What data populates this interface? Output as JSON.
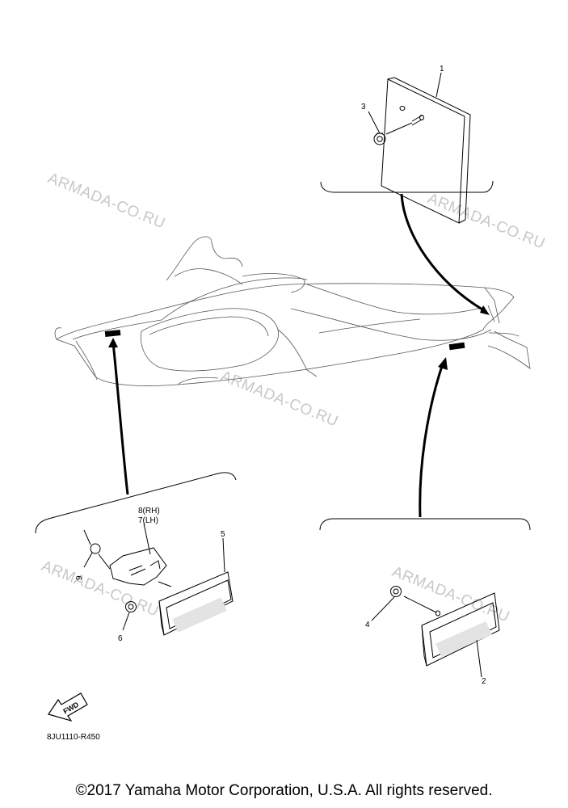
{
  "watermark": "ARMADA-CO.RU",
  "callouts": {
    "c1": "1",
    "c2": "2",
    "c3": "3",
    "c4": "4",
    "c5": "5",
    "c6": "6",
    "c7": "7(LH)",
    "c8": "8(RH)",
    "c9": "9"
  },
  "fwd_label": "FWD",
  "diagram_code": "8JU1110-R450",
  "copyright": "©2017 Yamaha Motor Corporation, U.S.A. All rights reserved."
}
